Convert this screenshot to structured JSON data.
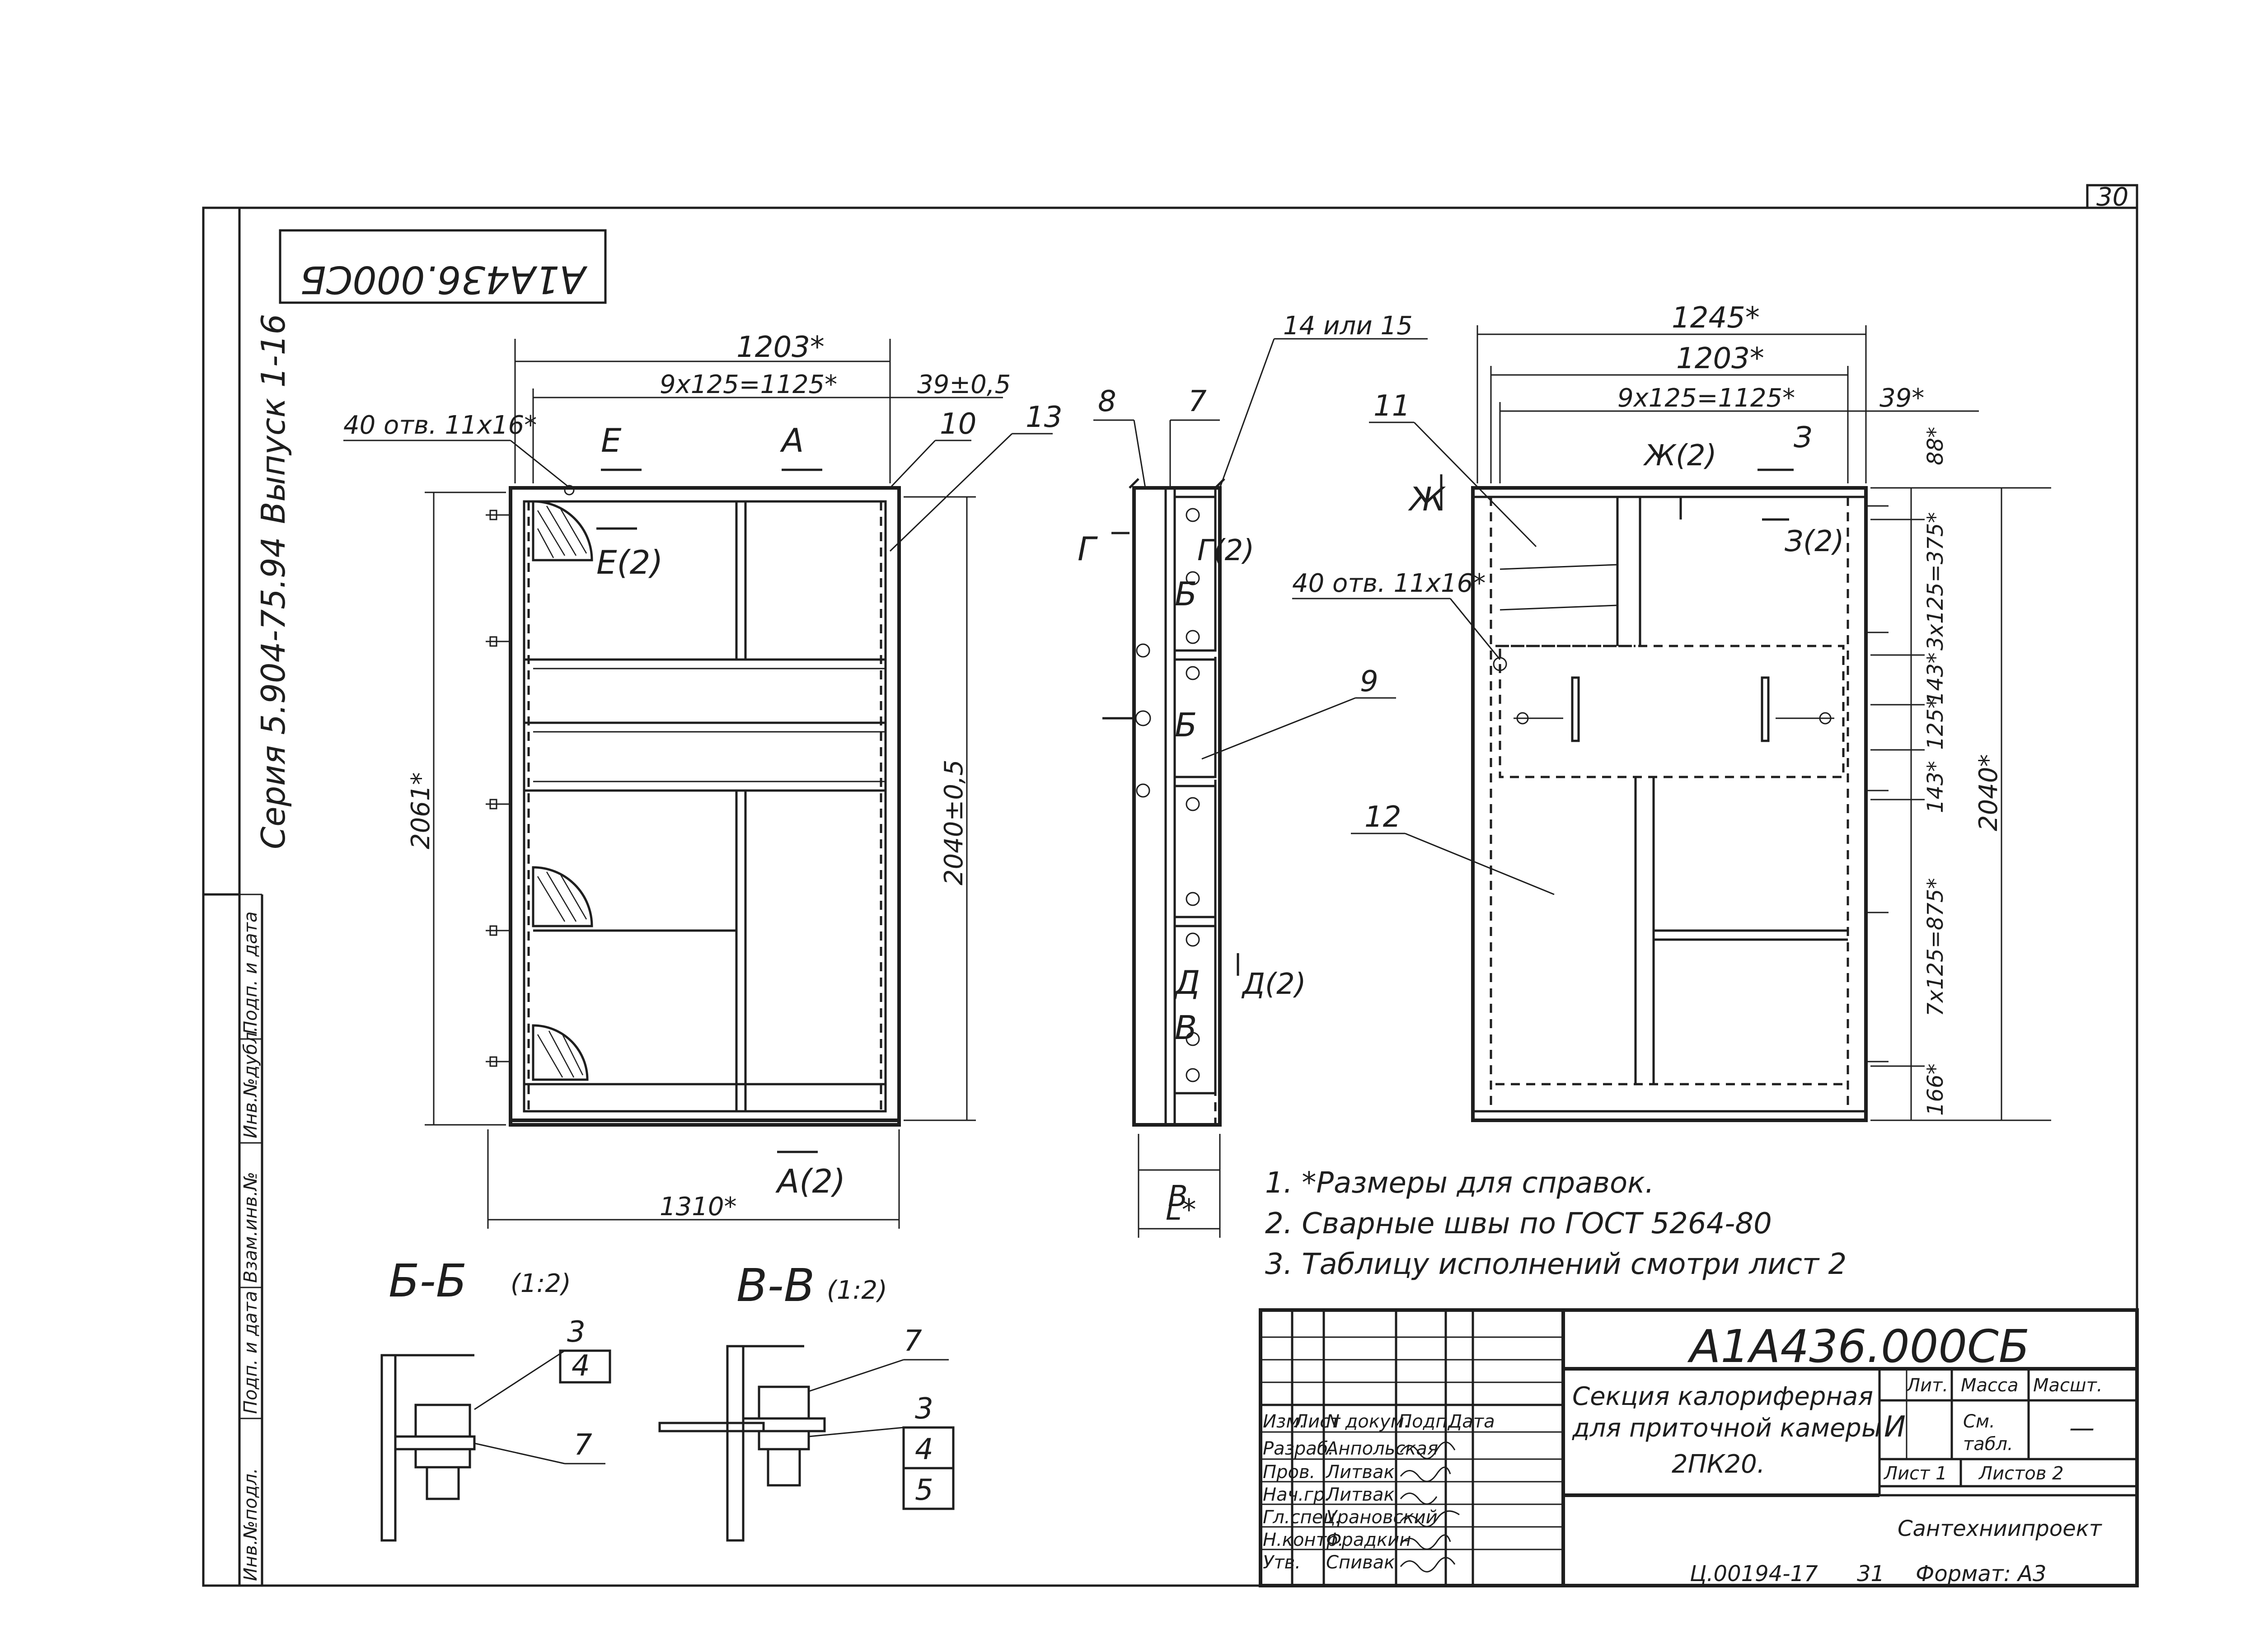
{
  "sheet": {
    "page_number": "30",
    "rotated_doc_code": "А1А436.000СБ"
  },
  "left_strip": {
    "series": "Серия 5.904-75.94",
    "issue": "Выпуск 1-16",
    "fields": [
      "Инв.№подл.",
      "Подп. и дата",
      "Взам.инв.№",
      "Инв.№дубл.",
      "Подп. и дата"
    ]
  },
  "front_view": {
    "dims": {
      "overall_width": "1203*",
      "pitch": "9х125=1125*",
      "edge": "39±0,5",
      "base_width": "1310*",
      "height_left": "2061*",
      "height_right": "2040±0,5"
    },
    "holes_note": "40 отв. 11х16*",
    "callouts": {
      "c10": "10",
      "c13": "13"
    },
    "sections": {
      "e": "Е",
      "e2": "Е(2)",
      "a": "А",
      "a2": "А(2)"
    }
  },
  "side_view": {
    "callouts": {
      "c8": "8",
      "c7": "7",
      "c14": "14 или 15",
      "c9": "9"
    },
    "sections": {
      "g": "Г",
      "g2": "Г(2)",
      "b1": "Б",
      "b2": "Б",
      "d": "Д",
      "d2": "Д(2)",
      "v": "В",
      "v_bottom": "В",
      "l": "L*"
    }
  },
  "rear_view": {
    "dims": {
      "w1245": "1245*",
      "w1203": "1203*",
      "pitch": "9х125=1125*",
      "edge": "39*",
      "top": "88*",
      "r1": "3х125=375*",
      "r2": "143*",
      "r3": "125*",
      "r4": "143*",
      "r5": "7х125=875*",
      "bottom": "166*",
      "height": "2040*"
    },
    "holes_note": "40 отв. 11х16*",
    "callouts": {
      "c11": "11",
      "c12": "12"
    },
    "sections": {
      "zh": "Ж",
      "zh2": "Ж(2)",
      "z": "З",
      "z2": "З(2)"
    }
  },
  "notes": [
    "1. *Размеры для справок.",
    "2. Сварные швы по ГОСТ 5264-80",
    "3. Таблицу исполнений смотри лист 2"
  ],
  "section_bb": {
    "title": "Б-Б",
    "scale": "(1:2)",
    "items": [
      "3",
      "4",
      "7"
    ]
  },
  "section_vv": {
    "title": "В-В",
    "scale": "(1:2)",
    "items": [
      "7",
      "3",
      "4",
      "5"
    ]
  },
  "title_block": {
    "doc_code": "А1А436.000СБ",
    "name_lines": [
      "Секция калориферная",
      "для приточной камеры",
      "2ПК20."
    ],
    "stage_label": "Лит.",
    "mass_label": "Масса",
    "scale_label": "Масшт.",
    "stage": "И",
    "mass_lines": [
      "См.",
      "табл."
    ],
    "scale": "—",
    "sheet_label": "Лист 1",
    "sheets_label": "Листов 2",
    "org": "Сантехниипроект",
    "col_headers": [
      "Изм.",
      "Лист",
      "N докум.",
      "Подп.",
      "Дата"
    ],
    "roles": [
      "Разраб.",
      "Пров.",
      "Нач.гр.",
      "Гл.спец.",
      "Н.контр.",
      "Утв."
    ],
    "names": [
      "Анпольская",
      "Литвак",
      "Литвак",
      "Урановский",
      "Фрадкин",
      "Спивак"
    ],
    "archive_no": "Ц.00194-17",
    "copy": "31",
    "format": "Формат: А3"
  }
}
